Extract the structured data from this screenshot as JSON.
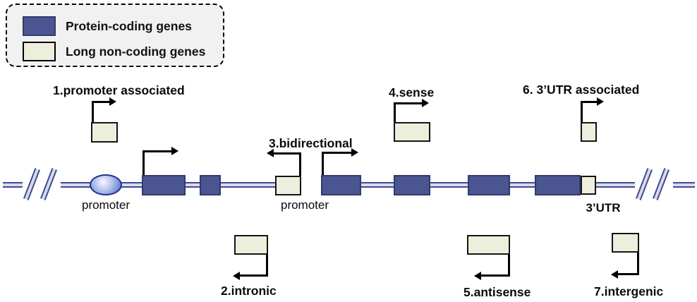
{
  "legend": {
    "items": [
      {
        "label": "Protein-coding genes",
        "color": "#4a5591"
      },
      {
        "label": "Long non-coding genes",
        "color": "#eeeedd"
      }
    ]
  },
  "categories": {
    "promoter_associated": "1.promoter associated",
    "intronic": "2.intronic",
    "bidirectional": "3.bidirectional",
    "sense": "4.sense",
    "antisense": "5.antisense",
    "utr3_associated": "6. 3’UTR associated",
    "intergenic": "7.intergenic"
  },
  "annotations": {
    "promoter_left": "promoter",
    "promoter_mid": "promoter",
    "utr3": "3’UTR"
  },
  "colors": {
    "protein_coding_fill": "#4a5591",
    "protein_coding_border": "#333a6b",
    "long_noncoding_fill": "#eeeedd",
    "long_noncoding_border": "#141414",
    "dna_line_edge": "#3f4c8e",
    "dna_line_center": "#d8daee",
    "promoter_oval_border": "#22318b",
    "arrow": "#000000",
    "legend_background": "#f1f1f1"
  }
}
